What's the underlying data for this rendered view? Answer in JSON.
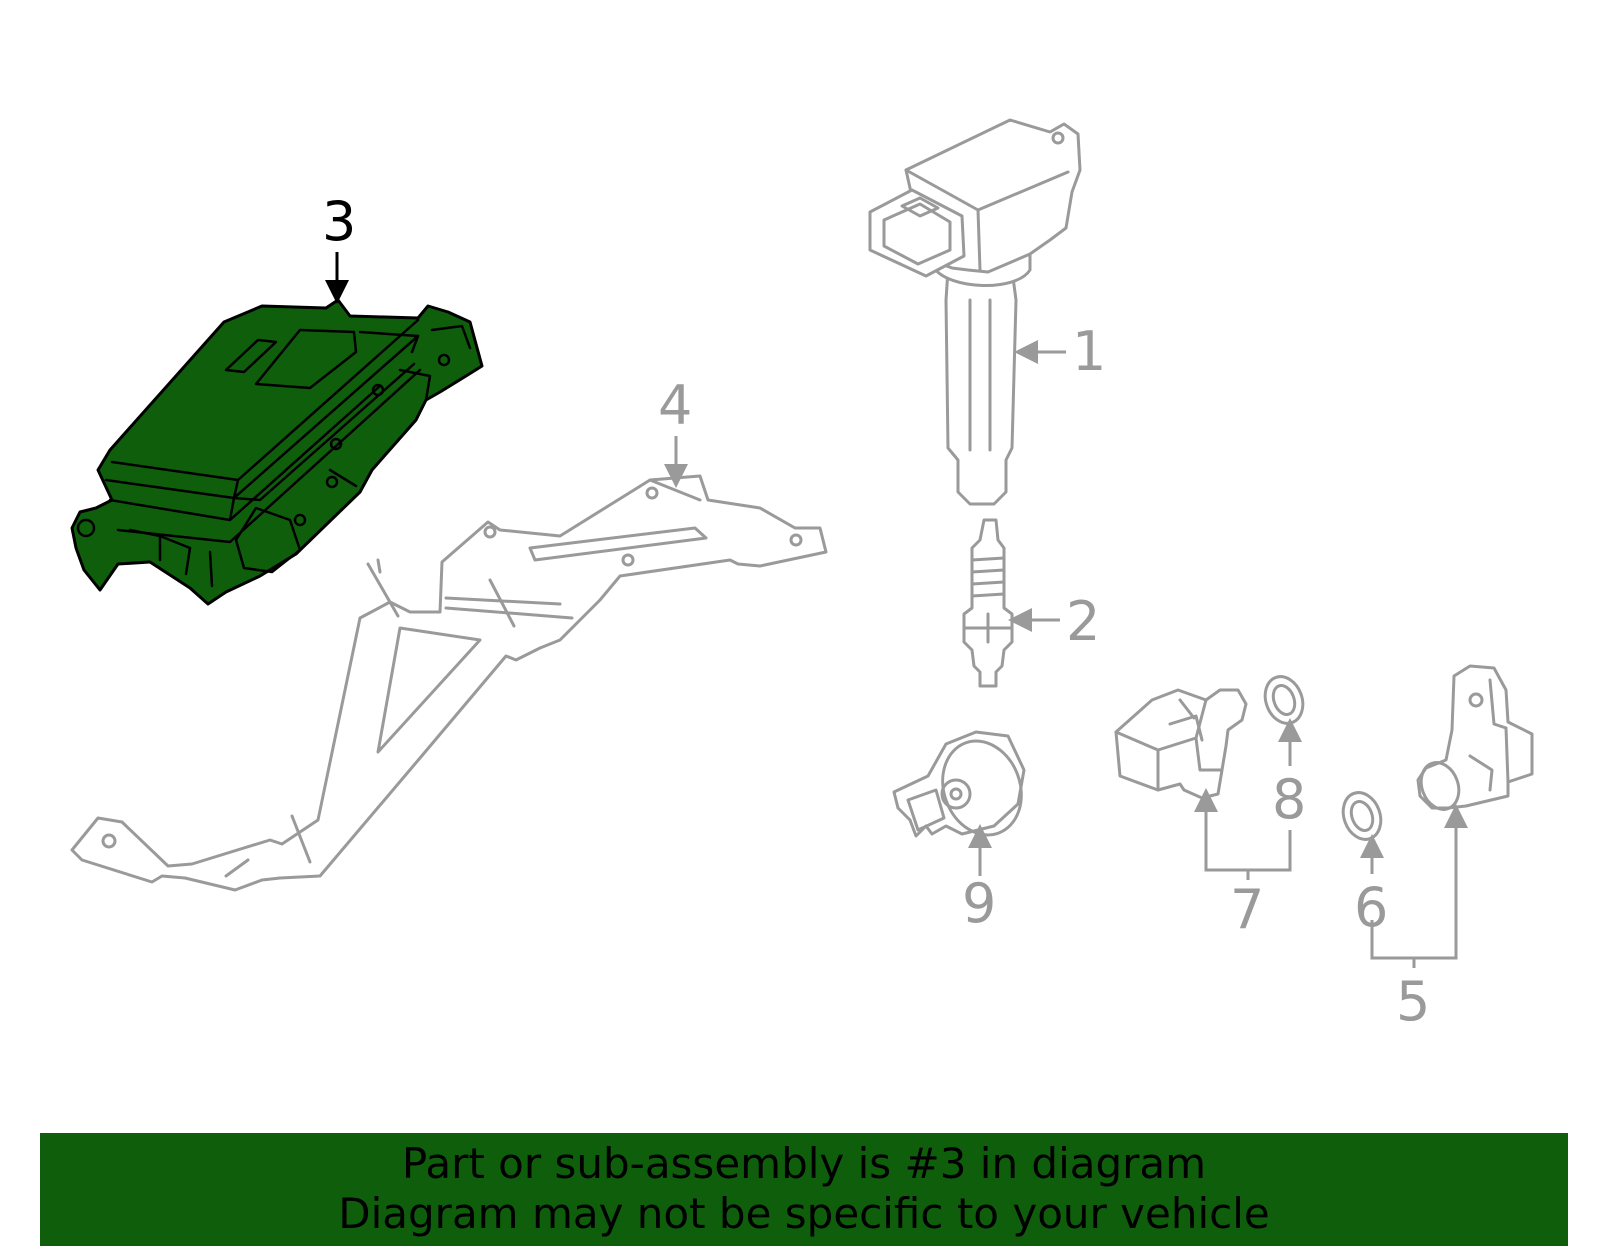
{
  "callouts": {
    "c1": "1",
    "c2": "2",
    "c3": "3",
    "c4": "4",
    "c5": "5",
    "c6": "6",
    "c7": "7",
    "c8": "8",
    "c9": "9"
  },
  "highlighted_part": "3",
  "colors": {
    "highlight_fill": "#0f5e0c",
    "outline_gray": "#9a9a9a",
    "banner_background": "#0f5e0c"
  },
  "banner": {
    "line1": "Part or sub-assembly is #3 in diagram",
    "line2": "Diagram may not be specific to your vehicle"
  }
}
